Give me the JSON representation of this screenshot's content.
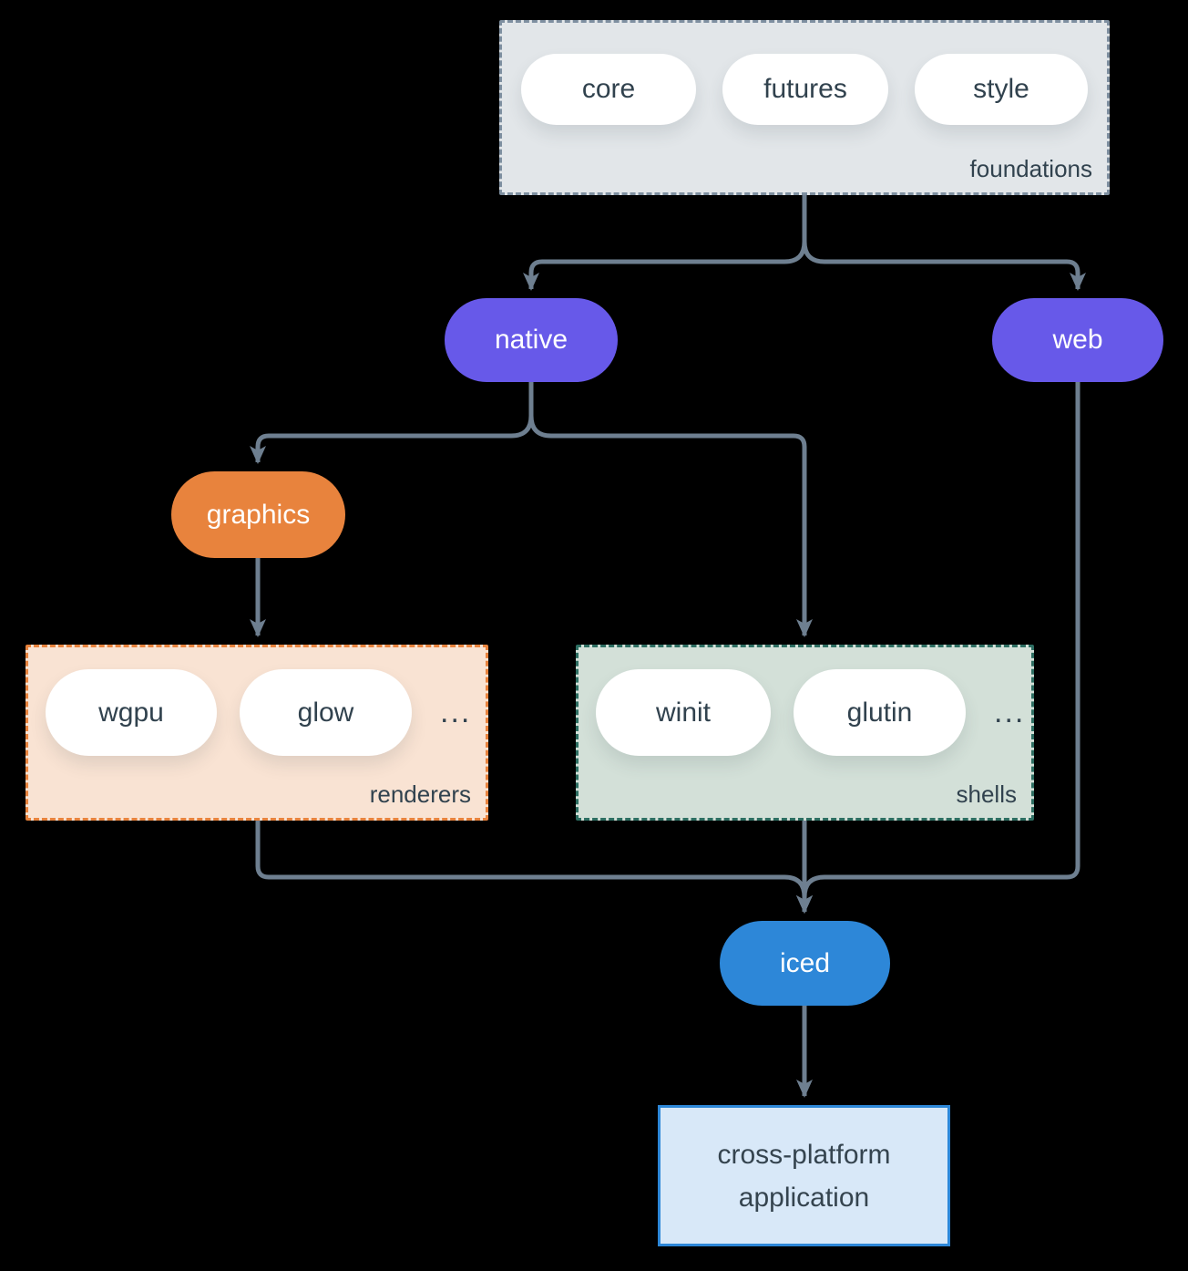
{
  "groups": {
    "foundations": {
      "label": "foundations",
      "items": [
        "core",
        "futures",
        "style"
      ]
    },
    "renderers": {
      "label": "renderers",
      "items": [
        "wgpu",
        "glow"
      ],
      "ellipsis": "..."
    },
    "shells": {
      "label": "shells",
      "items": [
        "winit",
        "glutin"
      ],
      "ellipsis": "..."
    }
  },
  "nodes": {
    "native": "native",
    "web": "web",
    "graphics": "graphics",
    "iced": "iced",
    "application": "cross-platform application"
  },
  "colors": {
    "background": "#000000",
    "line": "#6e7f90",
    "purple": "#6759e9",
    "orange": "#e8833d",
    "blue": "#2d87d8",
    "foundations_fill": "#e2e6e9",
    "foundations_border": "#7e8fa0",
    "renderers_fill": "#f9e3d3",
    "renderers_border": "#e8833d",
    "shells_fill": "#d3e0d8",
    "shells_border": "#2d6e62",
    "app_fill": "#d8e8f8",
    "app_border": "#2d87d8",
    "text_dark": "#31424e"
  }
}
